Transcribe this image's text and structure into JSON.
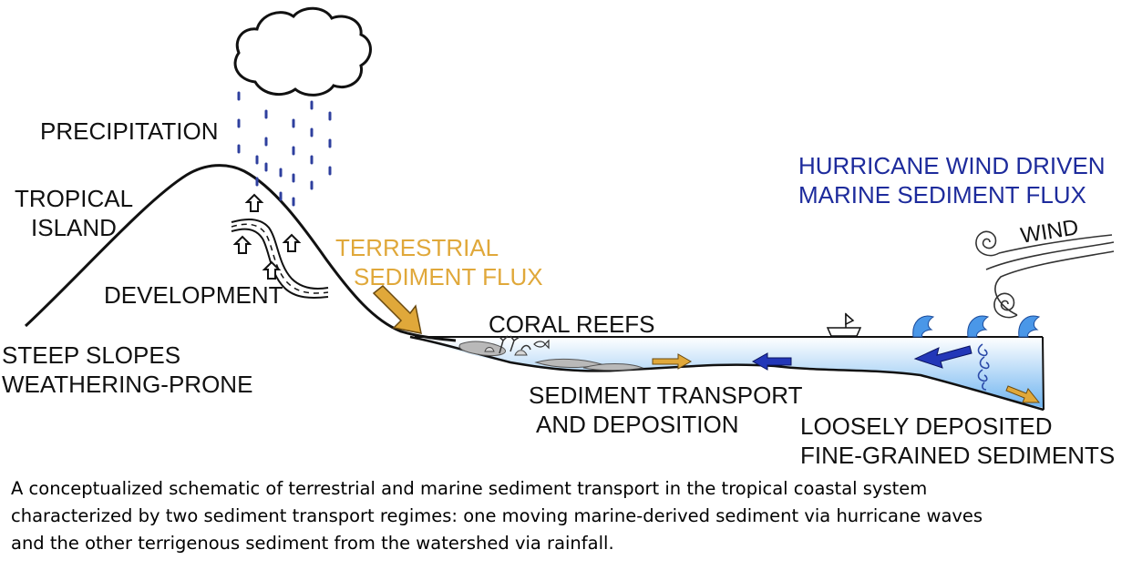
{
  "labels": {
    "precipitation": "PRECIPITATION",
    "tropical_island": [
      "TROPICAL",
      "ISLAND"
    ],
    "development": "DEVELOPMENT",
    "steep_slopes": [
      "STEEP SLOPES",
      "WEATHERING-PRONE"
    ],
    "terrestrial_flux": [
      "TERRESTRIAL",
      "SEDIMENT FLUX"
    ],
    "coral_reefs": "CORAL REEFS",
    "sediment_transport": [
      "SEDIMENT TRANSPORT",
      "AND DEPOSITION"
    ],
    "hurricane_flux": [
      "HURRICANE WIND DRIVEN",
      "MARINE SEDIMENT FLUX"
    ],
    "wind": "WIND",
    "loosely_deposited": [
      "LOOSELY DEPOSITED",
      "FINE-GRAINED SEDIMENTS"
    ]
  },
  "caption": [
    "A conceptualized schematic of terrestrial and marine sediment transport in the tropical coastal system",
    "characterized by two sediment transport regimes: one moving marine-derived sediment via hurricane waves",
    "and the other terrigenous sediment from the watershed via rainfall."
  ],
  "colors": {
    "terrestrial": "#e0a83a",
    "marine": "#1d2b9c",
    "text": "#111111",
    "water_top": "#ffffff",
    "water_bottom": "#6fb4f0",
    "wave": "#3b8fe0",
    "rain": "#2e3f9e"
  },
  "icons": [
    "cloud-icon",
    "rain-drops",
    "house-icons",
    "boat-icon",
    "wave-icons",
    "spiral-icon",
    "flux-arrows"
  ]
}
